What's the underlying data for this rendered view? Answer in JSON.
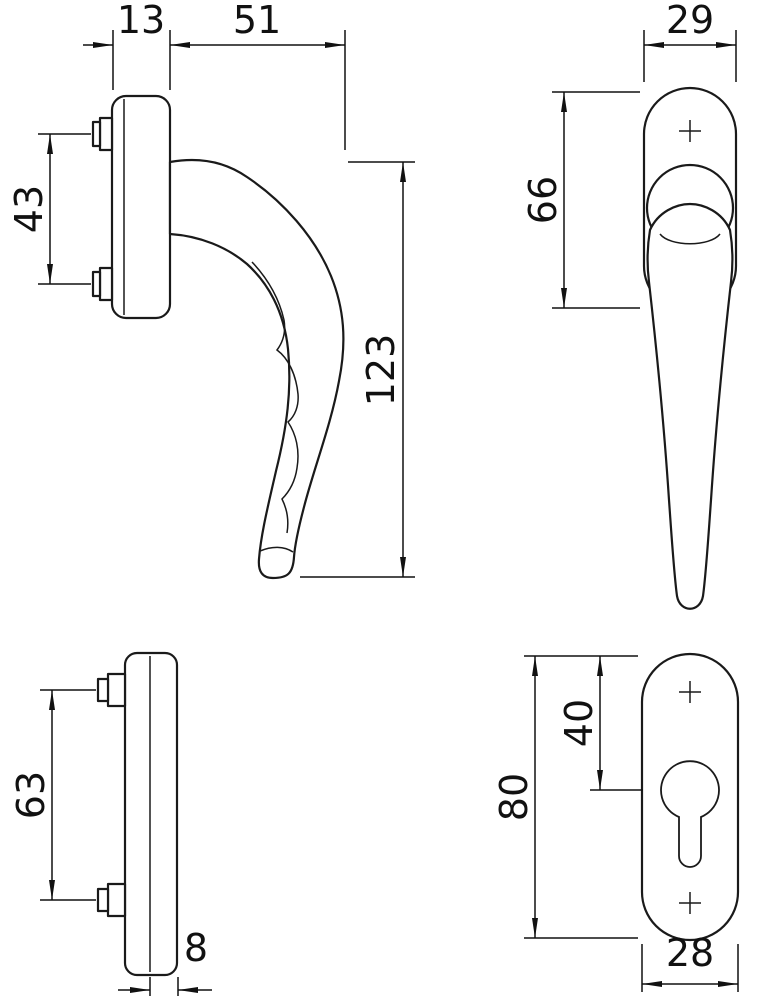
{
  "drawing": {
    "title": "Window handle with rosette and escutcheon - dimensioned technical drawing",
    "units": "mm",
    "colors": {
      "line": "#1a1a1a",
      "background": "#ffffff"
    },
    "dimensions": {
      "handle_side": {
        "plate_thickness": "13",
        "projection": "51",
        "screw_distance": "43",
        "grip_length": "123"
      },
      "handle_front": {
        "rosette_width": "29",
        "rosette_length": "66"
      },
      "plate_side": {
        "screw_distance": "63",
        "plate_thickness": "8"
      },
      "plate_front": {
        "plate_height": "80",
        "cylinder_offset": "40",
        "plate_width": "28"
      }
    }
  }
}
